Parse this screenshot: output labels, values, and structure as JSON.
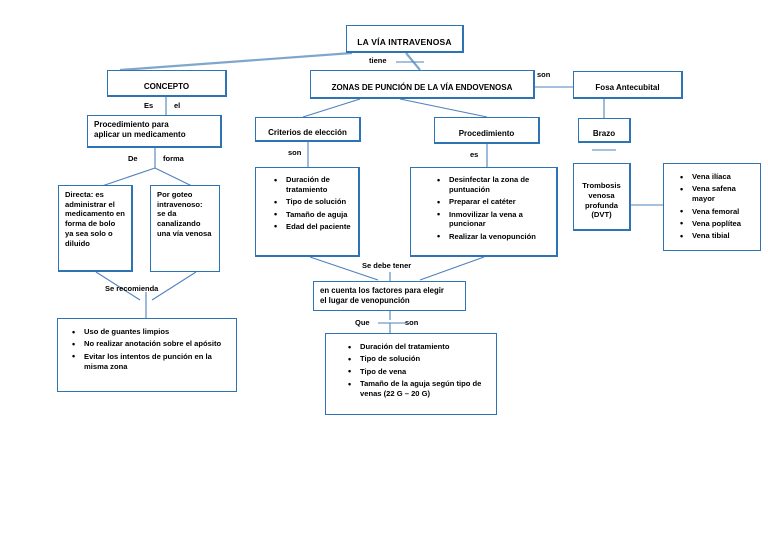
{
  "diagram": {
    "type": "concept-map",
    "language": "es",
    "accent_color": "#2E74B5",
    "line_color": "#4F81BD",
    "background": "#ffffff"
  },
  "title": {
    "text": "LA VÍA INTRAVENOSA"
  },
  "connectors": {
    "tiene": "tiene",
    "son_top": "son",
    "es_el": {
      "left": "Es",
      "right": "el"
    },
    "de_forma": {
      "left": "De",
      "right": "forma"
    },
    "son_criterios": "son",
    "es_procedimiento": "es",
    "se_recomienda": "Se recomienda",
    "se_debe_tener": "Se debe tener",
    "que_son": {
      "left": "Que",
      "right": "son"
    }
  },
  "nodes": {
    "concepto": {
      "text": "CONCEPTO"
    },
    "zonas": {
      "text": "ZONAS DE PUNCIÓN DE LA VÍA ENDOVENOSA"
    },
    "fosa": {
      "text": "Fosa Antecubital"
    },
    "brazo": {
      "text": "Brazo"
    },
    "procedimiento_aplicar": {
      "line1": "Procedimiento para",
      "line2": "aplicar un medicamento"
    },
    "directa": {
      "text": "Directa: es administrar el medicamento en forma de bolo ya sea solo o diluido"
    },
    "goteo": {
      "text": "Por goteo intravenoso: se da canalizando una vía venosa"
    },
    "criterios": {
      "text": "Criterios de elección"
    },
    "procedimiento": {
      "text": "Procedimiento"
    },
    "trombosis": {
      "line1": "Trombosis",
      "line2": "venosa",
      "line3": "profunda",
      "line4": "(DVT)"
    },
    "factores": {
      "line1": "en cuenta los factores para elegir",
      "line2": "el lugar de venopunción"
    }
  },
  "lists": {
    "criterios_items": [
      "Duración de tratamiento",
      "Tipo de solución",
      "Tamaño de aguja",
      "Edad del paciente"
    ],
    "procedimiento_items": [
      "Desinfectar la zona de puntuación",
      "Preparar el catéter",
      "Inmovilizar la vena a puncionar",
      "Realizar la venopunción"
    ],
    "venas_items": [
      "Vena ilíaca",
      "Vena safena mayor",
      "Vena femoral",
      "Vena poplítea",
      "Vena tibial"
    ],
    "recomendaciones_items": [
      "Uso de guantes limpios",
      "No realizar anotación sobre el apósito",
      "Evitar los intentos de punción en la misma zona"
    ],
    "factores_items": [
      "Duración del tratamiento",
      "Tipo de solución",
      "Tipo de vena",
      "Tamaño de la aguja según tipo de venas (22 G – 20 G)"
    ]
  }
}
